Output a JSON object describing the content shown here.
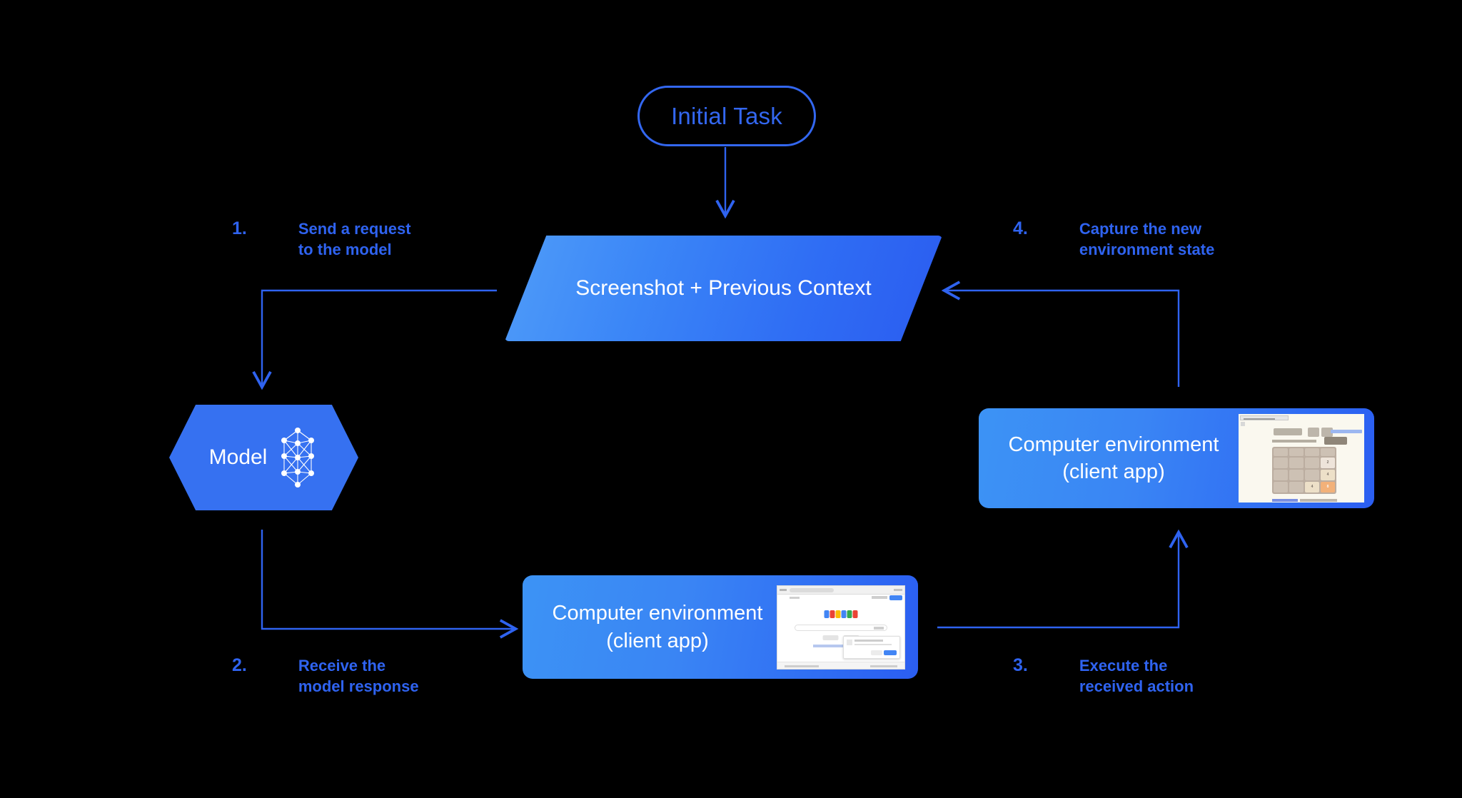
{
  "diagram": {
    "title_node": {
      "label": "Initial Task",
      "shape": "rounded-pill",
      "color": "#3367f0"
    },
    "nodes": {
      "context": {
        "label": "Screenshot + Previous\nContext",
        "shape": "parallelogram",
        "gradient_from": "#4f9cf9",
        "gradient_to": "#2b5cf0"
      },
      "model": {
        "label": "Model",
        "shape": "hexagon",
        "color": "#3671f1",
        "icon": "neural-network-icon"
      },
      "env_right": {
        "label": "Computer environment\n(client app)",
        "shape": "rounded-rect",
        "gradient_from": "#3c93f5",
        "gradient_to": "#2b5ef1",
        "thumbnail": "2048-game-screenshot"
      },
      "env_bottom": {
        "label": "Computer environment\n(client app)",
        "shape": "rounded-rect",
        "gradient_from": "#3c93f5",
        "gradient_to": "#2b5ef1",
        "thumbnail": "google-search-screenshot"
      }
    },
    "steps": [
      {
        "num": "1.",
        "text": "Send a request\nto the model"
      },
      {
        "num": "2.",
        "text": "Receive the\nmodel response"
      },
      {
        "num": "3.",
        "text": "Execute the\nreceived action"
      },
      {
        "num": "4.",
        "text": "Capture the new\nenvironment state"
      }
    ],
    "edge_color": "#2f63f0",
    "background": "#000000"
  },
  "thumbnails": {
    "game_2048": {
      "app": "2048.org",
      "tiles": [
        {
          "row": 2,
          "col": 4,
          "value": "2"
        },
        {
          "row": 3,
          "col": 4,
          "value": "4"
        },
        {
          "row": 4,
          "col": 3,
          "value": "4"
        },
        {
          "row": 4,
          "col": 4,
          "value": "8"
        }
      ]
    },
    "google": {
      "app": "Google Search"
    }
  }
}
